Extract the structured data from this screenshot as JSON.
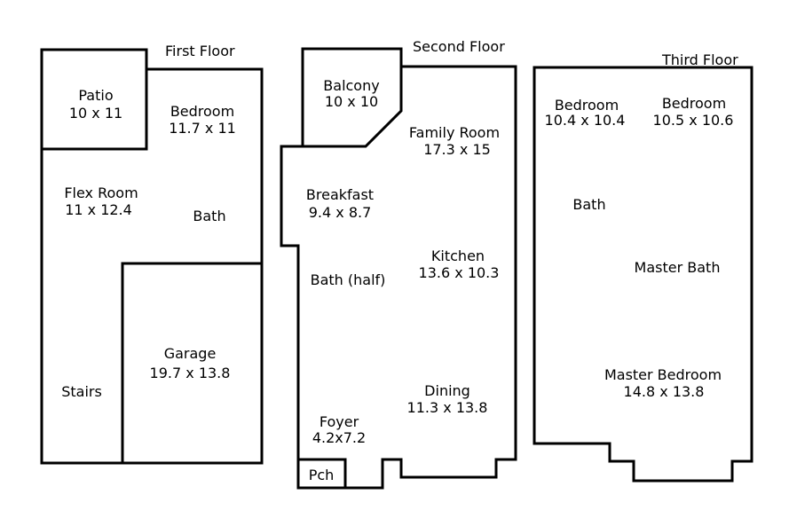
{
  "floors": {
    "first": {
      "title": "First Floor",
      "rooms": {
        "patio": {
          "name": "Patio",
          "dims": "10 x 11"
        },
        "bedroom": {
          "name": "Bedroom",
          "dims": "11.7 x 11"
        },
        "flex_room": {
          "name": "Flex Room",
          "dims": "11 x 12.4"
        },
        "bath": {
          "name": "Bath"
        },
        "garage": {
          "name": "Garage",
          "dims": "19.7 x 13.8"
        },
        "stairs": {
          "name": "Stairs"
        }
      }
    },
    "second": {
      "title": "Second Floor",
      "rooms": {
        "balcony": {
          "name": "Balcony",
          "dims": "10 x 10"
        },
        "family_room": {
          "name": "Family Room",
          "dims": "17.3 x 15"
        },
        "breakfast": {
          "name": "Breakfast",
          "dims": "9.4 x 8.7"
        },
        "kitchen": {
          "name": "Kitchen",
          "dims": "13.6 x 10.3"
        },
        "bath_half": {
          "name": "Bath (half)"
        },
        "dining": {
          "name": "Dining",
          "dims": "11.3 x 13.8"
        },
        "foyer": {
          "name": "Foyer",
          "dims": "4.2x7.2"
        },
        "porch": {
          "name": "Pch"
        }
      }
    },
    "third": {
      "title": "Third Floor",
      "rooms": {
        "bedroom_1": {
          "name": "Bedroom",
          "dims": "10.4 x 10.4"
        },
        "bedroom_2": {
          "name": "Bedroom",
          "dims": "10.5 x 10.6"
        },
        "bath": {
          "name": "Bath"
        },
        "master_bath": {
          "name": "Master Bath"
        },
        "master_bedroom": {
          "name": "Master Bedroom",
          "dims": "14.8 x 13.8"
        }
      }
    }
  }
}
